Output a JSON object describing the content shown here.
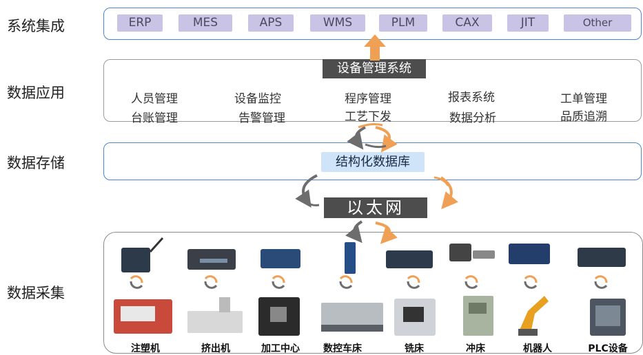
{
  "layers": {
    "integration": "系统集成",
    "application": "数据应用",
    "storage": "数据存储",
    "acquisition": "数据采集"
  },
  "systems": [
    "ERP",
    "MES",
    "APS",
    "WMS",
    "PLM",
    "CAX",
    "JIT",
    "Other"
  ],
  "management_system": "设备管理系统",
  "apps_row1": [
    "人员管理",
    "设备监控",
    "程序管理",
    "报表系统",
    "工单管理"
  ],
  "apps_row2": [
    "台账管理",
    "告警管理",
    "工艺下发",
    "数据分析",
    "品质追溯"
  ],
  "database": "结构化数据库",
  "network": "以太网",
  "devices": [
    "注塑机",
    "挤出机",
    "加工中心",
    "数控车床",
    "铣床",
    "冲床",
    "机器人",
    "PLC设备"
  ],
  "colors": {
    "panel_blue": "#4a86c8",
    "tag_purple": "#c9c3e6",
    "dark_box": "#4d4d4d",
    "db_box": "#cfe4f8",
    "arrow_orange": "#f0a055",
    "arrow_gray": "#6d6d6d"
  }
}
